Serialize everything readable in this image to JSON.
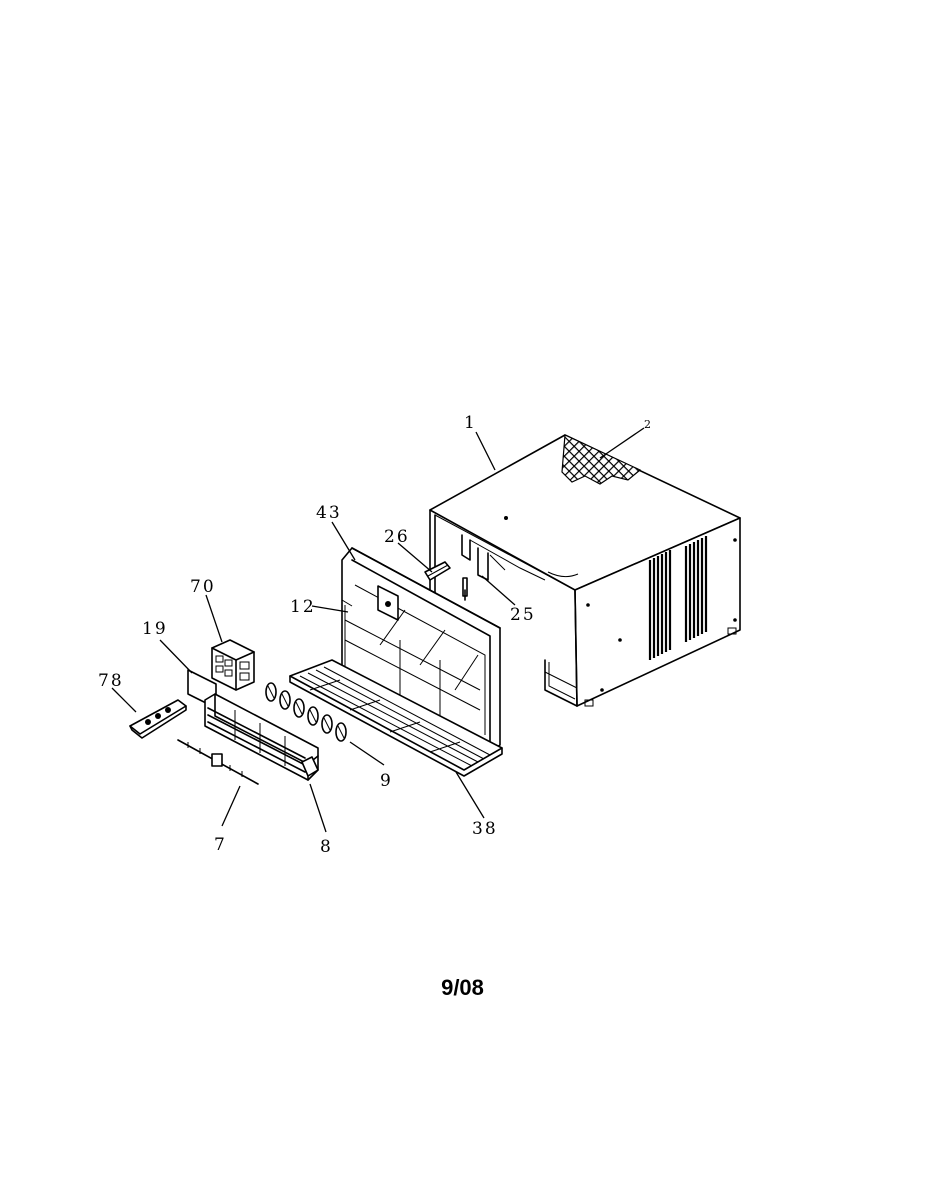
{
  "labels": {
    "p1": "1",
    "p2": "2",
    "p43": "43",
    "p26": "26",
    "p70": "70",
    "p12": "12",
    "p25": "25",
    "p19": "19",
    "p78": "78",
    "p9": "9",
    "p38": "38",
    "p7": "7",
    "p8": "8"
  },
  "revision": "9/08"
}
